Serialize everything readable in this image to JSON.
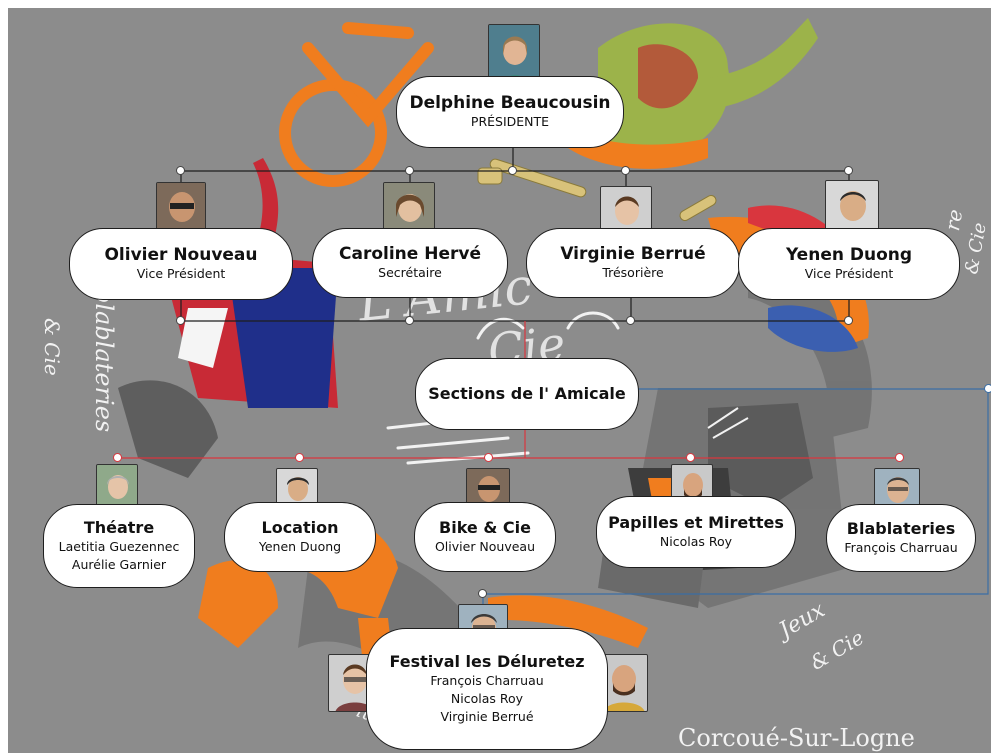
{
  "president": {
    "name": "Delphine Beaucousin",
    "role": "PRÉSIDENTE"
  },
  "board": [
    {
      "name": "Olivier Nouveau",
      "role": "Vice Président"
    },
    {
      "name": "Caroline Hervé",
      "role": "Secrétaire"
    },
    {
      "name": "Virginie Berrué",
      "role": "Trésorière"
    },
    {
      "name": "Yenen Duong",
      "role": "Vice Président"
    }
  ],
  "sections_hub": {
    "label": "Sections de l' Amicale"
  },
  "sections": [
    {
      "name": "Théatre",
      "lines": [
        "Laetitia Guezennec",
        "Aurélie Garnier"
      ]
    },
    {
      "name": "Location",
      "lines": [
        "Yenen Duong"
      ]
    },
    {
      "name": "Bike & Cie",
      "lines": [
        "Olivier Nouveau"
      ]
    },
    {
      "name": "Papilles et Mirettes",
      "lines": [
        "Nicolas Roy"
      ]
    },
    {
      "name": "Blablateries",
      "lines": [
        "François Charruau"
      ]
    }
  ],
  "festival": {
    "name": "Festival les Déluretez",
    "lines": [
      "François Charruau",
      "Nicolas Roy",
      "Virginie Berrué"
    ]
  },
  "background_text": {
    "left_word": "blablateries",
    "left_amp": "& Cie",
    "center_word": "L'Amic",
    "center_word2": "Cie",
    "right_word": "re",
    "right_amp": "& Cie",
    "jeux": "Jeux",
    "jeux_amp": "& Cie",
    "town": "Corcoué-Sur-Logne",
    "bottom_left": "lurez"
  },
  "colors": {
    "background": "#8c8c8c",
    "orange": "#f07d1e",
    "red_line": "#d9363e",
    "blue_line": "#3b6ea5",
    "dark_line": "#1e1e1e",
    "navy": "#1f2f8a",
    "green": "#9cb34a"
  }
}
